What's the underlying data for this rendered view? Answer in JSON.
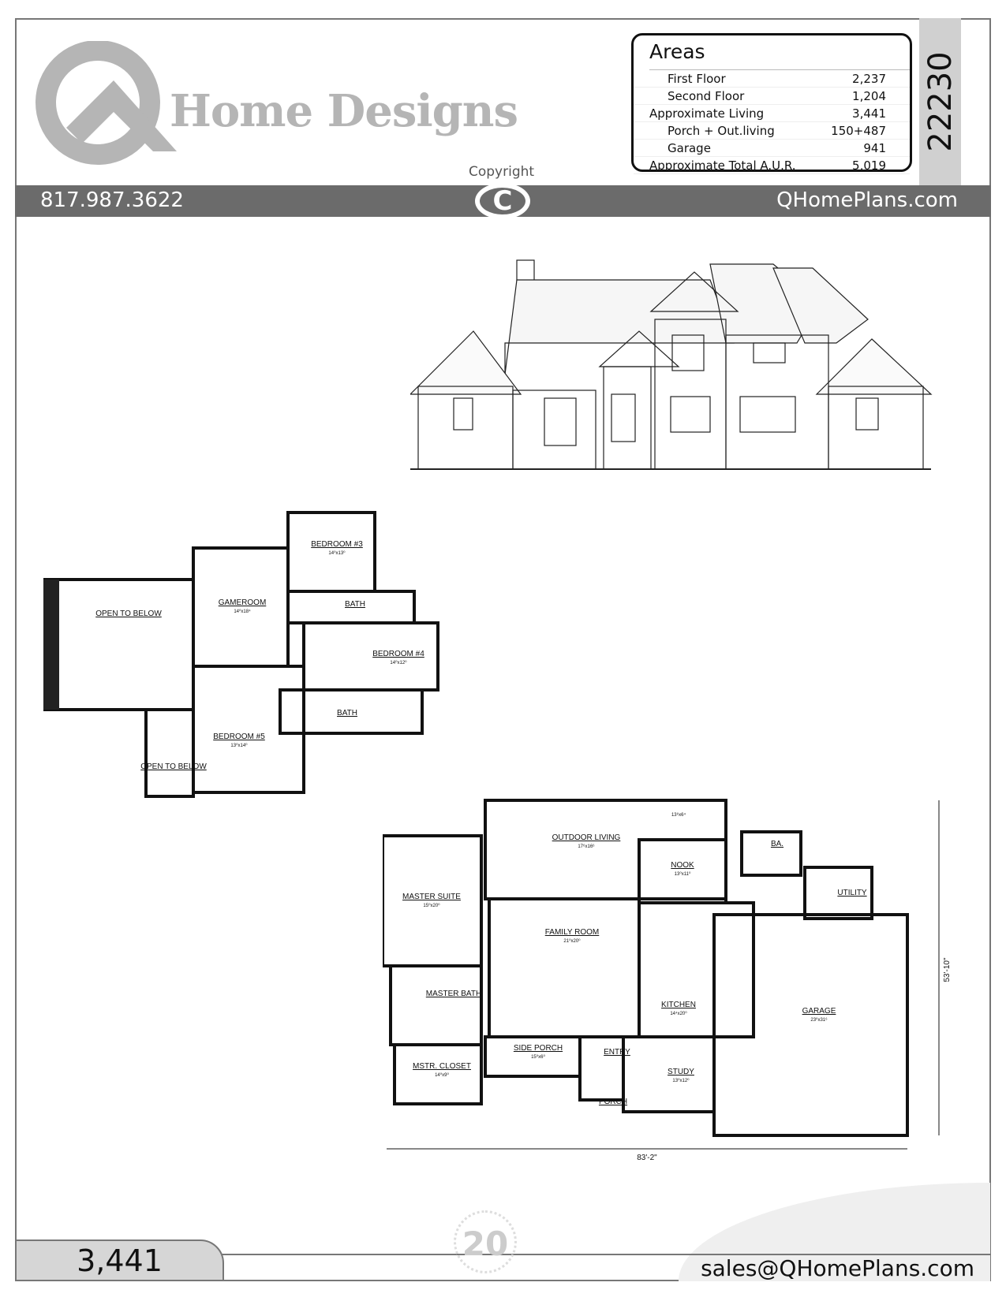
{
  "brand": {
    "name": "Home Designs",
    "logo_letter": "Q"
  },
  "areas": {
    "title": "Areas",
    "rows": [
      {
        "label": "First Floor",
        "value": "2,237",
        "indent": true
      },
      {
        "label": "Second Floor",
        "value": "1,204",
        "indent": true
      },
      {
        "label": "Approximate Living",
        "value": "3,441",
        "indent": false
      },
      {
        "label": "Porch + Out.living",
        "value": "150+487",
        "indent": true
      },
      {
        "label": "Garage",
        "value": "941",
        "indent": true
      },
      {
        "label": "Approximate Total A.U.R.",
        "value": "5,019",
        "indent": false
      }
    ]
  },
  "plan_number": "22230",
  "header": {
    "phone": "817.987.3622",
    "website": "QHomePlans.com",
    "copyright": "Copyright",
    "copyright_symbol": "C"
  },
  "second_floor": {
    "rooms": [
      {
        "name": "OPEN TO BELOW",
        "size": ""
      },
      {
        "name": "GAMEROOM",
        "size": "14⁰x18⁴"
      },
      {
        "name": "BEDROOM #3",
        "size": "14⁰x13⁰"
      },
      {
        "name": "BATH",
        "size": ""
      },
      {
        "name": "BEDROOM #4",
        "size": "14⁰x12⁰"
      },
      {
        "name": "BATH",
        "size": ""
      },
      {
        "name": "BEDROOM #5",
        "size": "13⁰x14⁰"
      },
      {
        "name": "OPEN TO BELOW",
        "size": ""
      }
    ]
  },
  "first_floor": {
    "rooms": [
      {
        "name": "OUTDOOR LIVING",
        "size": "17⁶x16⁶"
      },
      {
        "name": "",
        "size": "13⁶x6⁴"
      },
      {
        "name": "NOOK",
        "size": "13⁰x11⁰"
      },
      {
        "name": "BA.",
        "size": ""
      },
      {
        "name": "UTILITY",
        "size": ""
      },
      {
        "name": "MASTER SUITE",
        "size": "15⁰x20⁰"
      },
      {
        "name": "FAMILY ROOM",
        "size": "21⁰x20⁰"
      },
      {
        "name": "KITCHEN",
        "size": "14⁴x20⁰"
      },
      {
        "name": "GARAGE",
        "size": "23⁰x31⁶"
      },
      {
        "name": "MASTER BATH",
        "size": ""
      },
      {
        "name": "SIDE PORCH",
        "size": "15⁰x6⁰"
      },
      {
        "name": "ENTRY",
        "size": ""
      },
      {
        "name": "STUDY",
        "size": "13⁰x12⁰"
      },
      {
        "name": "MSTR. CLOSET",
        "size": "14⁰x9⁰"
      },
      {
        "name": "PORCH",
        "size": ""
      }
    ],
    "width_dim": "83'-2\"",
    "depth_dim": "53'-10\""
  },
  "footer": {
    "sqft": "3,441",
    "email": "sales@QHomePlans.com",
    "badge": "20"
  },
  "colors": {
    "band": "#6b6b6b",
    "logo_gray": "#b5b5b5",
    "strip": "#d0d0d0"
  }
}
